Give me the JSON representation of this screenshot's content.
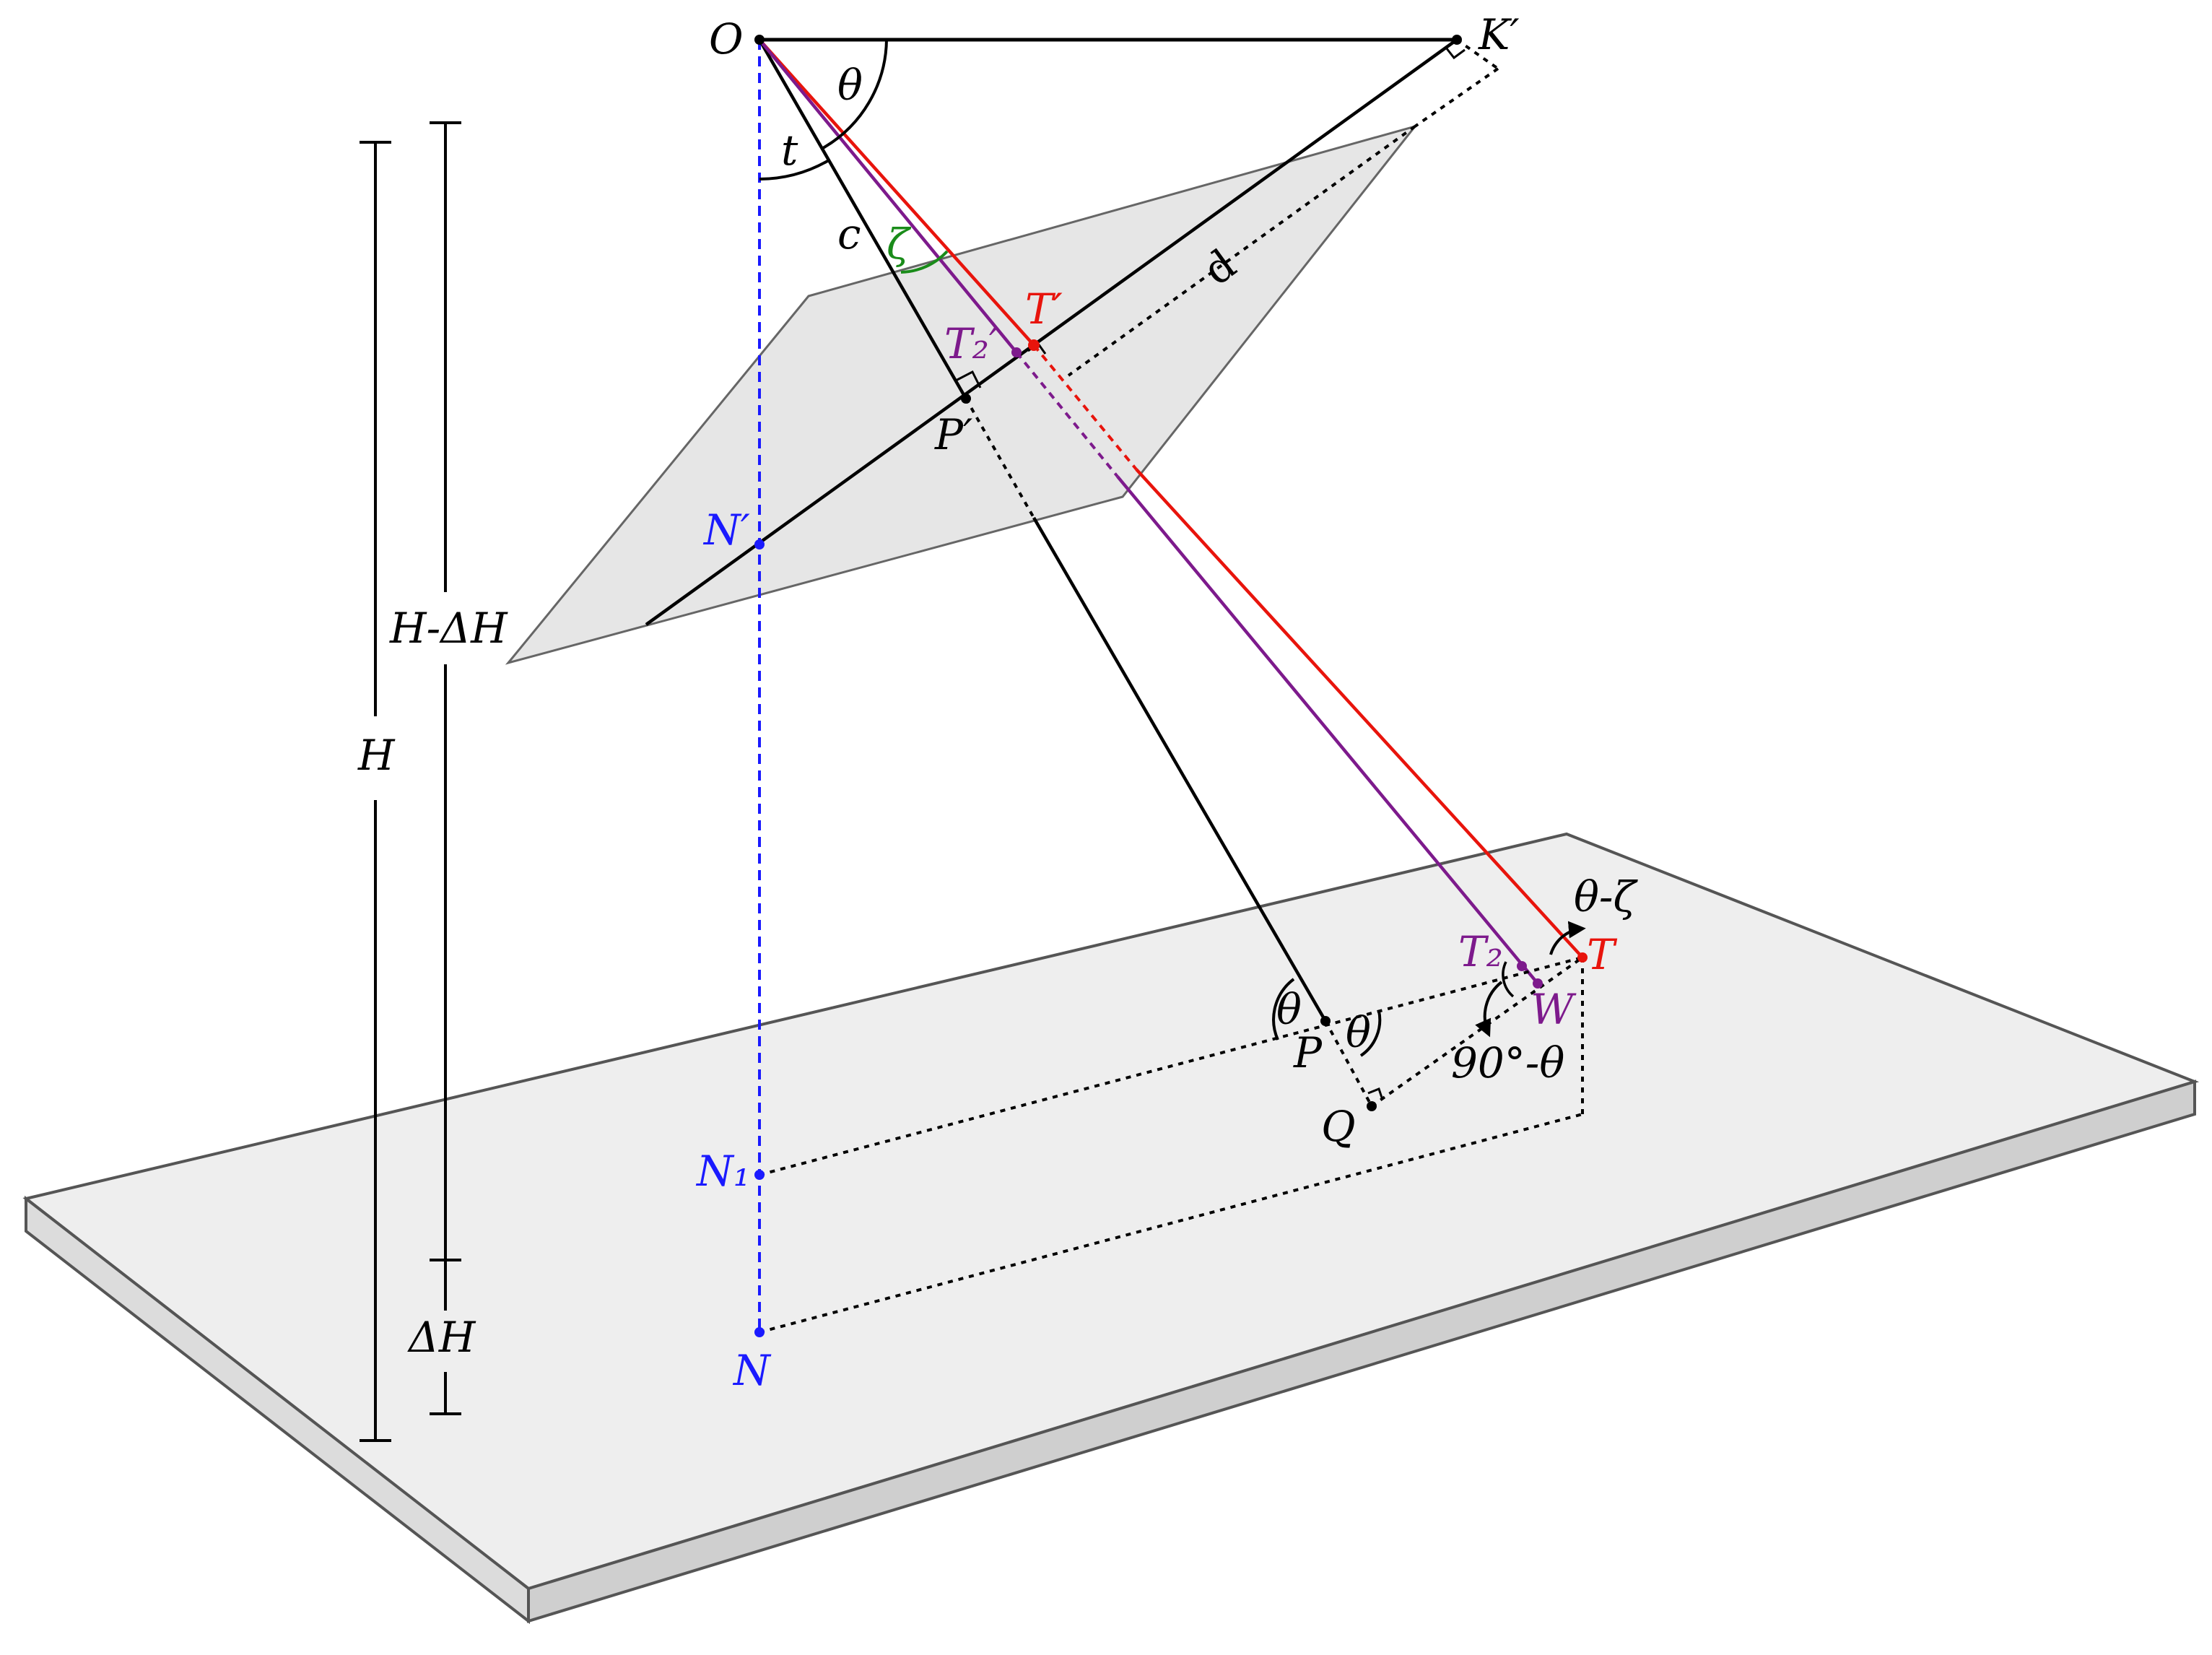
{
  "colors": {
    "black": "#000000",
    "red": "#e8140c",
    "purple": "#7d1a8c",
    "blue": "#1a1aff",
    "green": "#1a8c1a",
    "plane_fill": "#e6e6e6",
    "plane_edge": "#666666"
  },
  "points": {
    "O": "O",
    "K_prime": "K′",
    "T_prime": "T′",
    "T2_prime": "T₂′",
    "P_prime": "P′",
    "N_prime": "N′",
    "N1": "N₁",
    "N": "N",
    "P": "P",
    "Q": "Q",
    "T": "T",
    "T2": "T₂",
    "W": "W"
  },
  "angles": {
    "theta_top": "θ",
    "t": "t",
    "zeta": "ζ",
    "theta_left": "θ",
    "theta_right": "θ",
    "theta_minus_zeta": "θ-ζ",
    "ninety_minus_theta": "90°-θ"
  },
  "segments": {
    "c": "c",
    "d": "d"
  },
  "heights": {
    "H": "H",
    "H_minus_dH": "H-ΔH",
    "dH": "ΔH"
  }
}
